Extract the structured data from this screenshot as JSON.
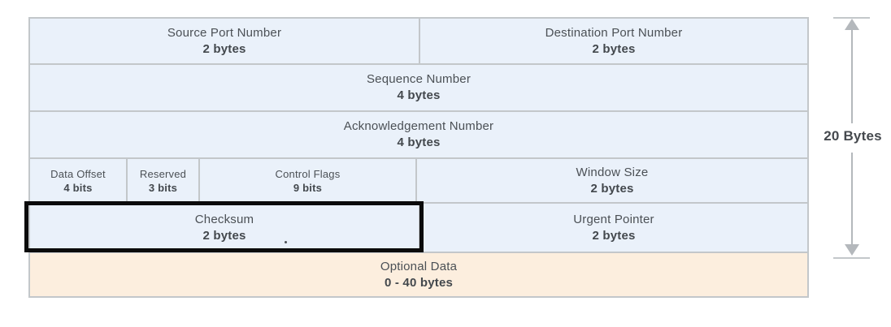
{
  "diagram": {
    "rows": [
      {
        "cells": [
          {
            "label": "Source Port Number",
            "size": "2 bytes"
          },
          {
            "label": "Destination Port Number",
            "size": "2 bytes"
          }
        ]
      },
      {
        "cells": [
          {
            "label": "Sequence Number",
            "size": "4 bytes"
          }
        ]
      },
      {
        "cells": [
          {
            "label": "Acknowledgement Number",
            "size": "4 bytes"
          }
        ]
      },
      {
        "cells": [
          {
            "label": "Data Offset",
            "size": "4 bits"
          },
          {
            "label": "Reserved",
            "size": "3 bits"
          },
          {
            "label": "Control Flags",
            "size": "9 bits"
          },
          {
            "label": "Window Size",
            "size": "2 bytes"
          }
        ]
      },
      {
        "cells": [
          {
            "label": "Checksum",
            "size": "2 bytes",
            "highlighted": true
          },
          {
            "label": "Urgent Pointer",
            "size": "2 bytes"
          }
        ]
      },
      {
        "cells": [
          {
            "label": "Optional Data",
            "size": "0 - 40 bytes",
            "optional": true
          }
        ]
      }
    ],
    "annotation": {
      "label": "20 Bytes"
    },
    "colors": {
      "cell_bg": "#eaf1fa",
      "optional_bg": "#fceede",
      "border": "#c3c7ca",
      "highlight_border": "#0b0b0b",
      "text": "#4b5055",
      "arrow": "#b4b8bc"
    }
  }
}
